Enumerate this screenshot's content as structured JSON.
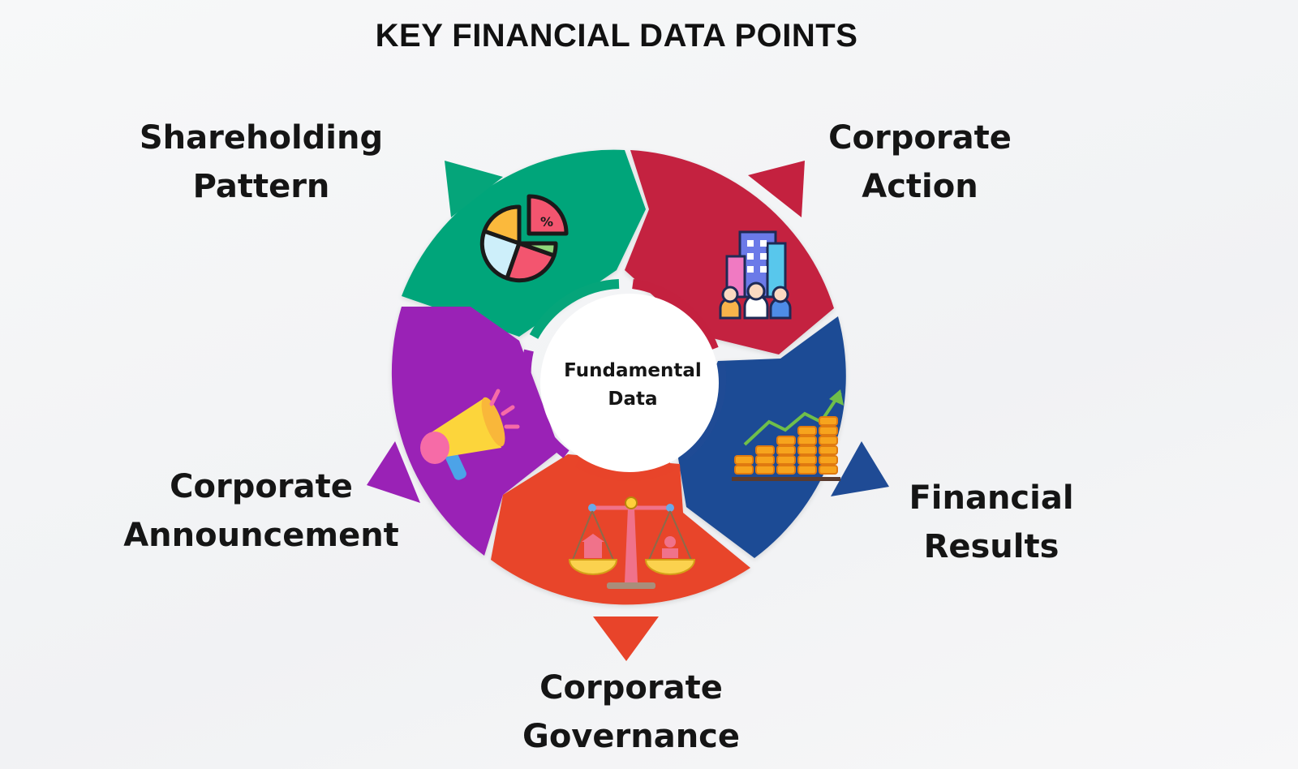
{
  "title": "KEY FINANCIAL DATA POINTS",
  "center": {
    "line1": "Fundamental",
    "line2": "Data"
  },
  "segments": [
    {
      "id": "shareholding",
      "line1": "Shareholding",
      "line2": "Pattern",
      "color": "#05a57a",
      "icon": "pie-chart-icon"
    },
    {
      "id": "corporate-action",
      "line1": "Corporate",
      "line2": "Action",
      "color": "#c4213f",
      "icon": "office-buildings-people-icon"
    },
    {
      "id": "financial-results",
      "line1": "Financial",
      "line2": "Results",
      "color": "#1f4b95",
      "icon": "coin-stack-growth-icon"
    },
    {
      "id": "corporate-governance",
      "line1": "Corporate",
      "line2": "Governance",
      "color": "#e8442a",
      "icon": "balance-scale-icon"
    },
    {
      "id": "corporate-announcement",
      "line1": "Corporate",
      "line2": "Announcement",
      "color": "#9a22b6",
      "icon": "megaphone-icon"
    }
  ]
}
